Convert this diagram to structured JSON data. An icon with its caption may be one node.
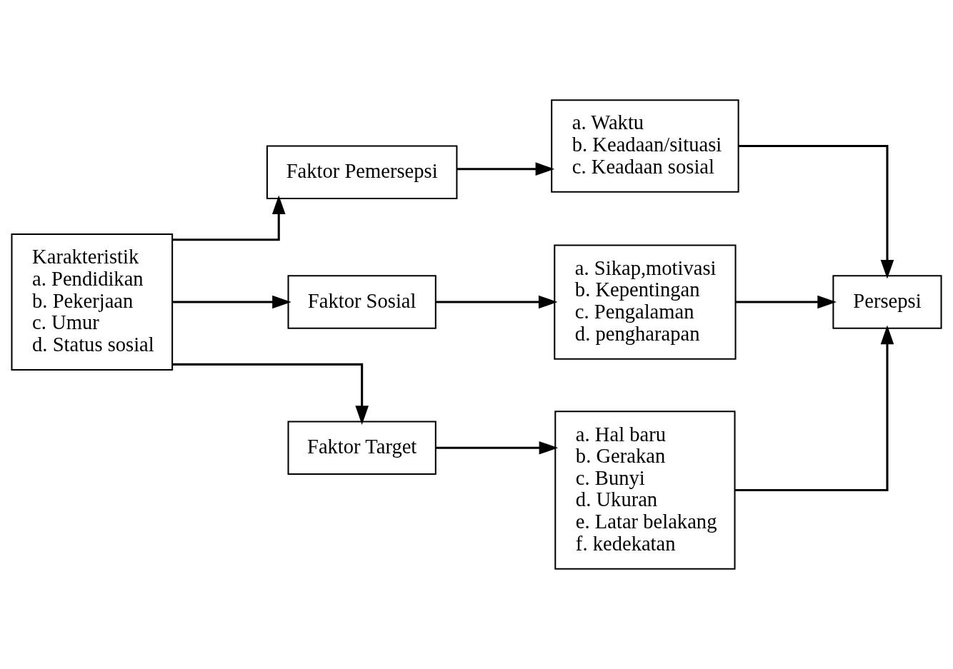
{
  "diagram": {
    "nodes": [
      {
        "text": [
          "Karakteristik",
          "a. Pendidikan",
          "b. Pekerjaan",
          "c. Umur",
          "d. Status sosial"
        ]
      },
      {
        "text": [
          "Faktor Pemersepsi"
        ]
      },
      {
        "text": [
          "Faktor Sosial"
        ]
      },
      {
        "text": [
          "Faktor Target"
        ]
      },
      {
        "text": [
          "a. Waktu",
          "b. Keadaan/situasi",
          "c. Keadaan sosial"
        ]
      },
      {
        "text": [
          "a. Sikap,motivasi",
          "b. Kepentingan",
          "c. Pengalaman",
          "d. pengharapan"
        ]
      },
      {
        "text": [
          "a. Hal baru",
          "b. Gerakan",
          "c. Bunyi",
          "d. Ukuran",
          "e. Latar belakang",
          "f. kedekatan"
        ]
      },
      {
        "text": [
          "Persepsi"
        ]
      }
    ],
    "edges": [
      {
        "from": 0,
        "to": 1,
        "arrow": "to"
      },
      {
        "from": 0,
        "to": 2,
        "arrow": "to"
      },
      {
        "from": 0,
        "to": 3,
        "arrow": "to"
      },
      {
        "from": 1,
        "to": 4,
        "arrow": "to"
      },
      {
        "from": 2,
        "to": 5,
        "arrow": "to"
      },
      {
        "from": 3,
        "to": 6,
        "arrow": "to"
      },
      {
        "from": 4,
        "to": 7,
        "arrow": "to"
      },
      {
        "from": 5,
        "to": 7,
        "arrow": "to"
      },
      {
        "from": 6,
        "to": 7,
        "arrow": "to"
      }
    ]
  }
}
